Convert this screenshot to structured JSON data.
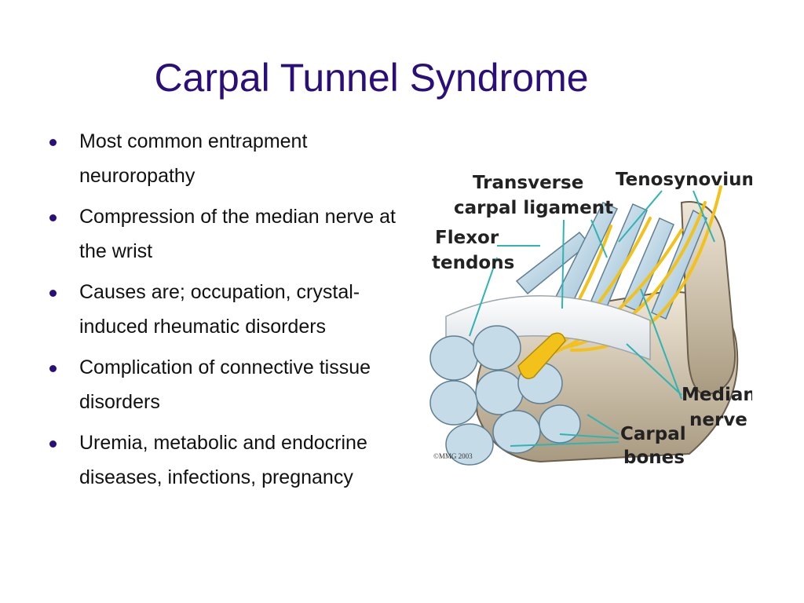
{
  "slide": {
    "title": "Carpal Tunnel Syndrome",
    "bullets": [
      "Most common entrapment neuroropathy",
      "Compression of the median nerve at the wrist",
      "Causes are; occupation, crystal-induced rheumatic disorders",
      "Complication of connective tissue disorders",
      "Uremia, metabolic and endocrine diseases, infections, pregnancy"
    ]
  },
  "figure": {
    "labels": {
      "transverse_line1": "Transverse",
      "transverse_line2": "carpal ligament",
      "tenosynovium": "Tenosynovium",
      "flexor_line1": "Flexor",
      "flexor_line2": "tendons",
      "median_line1": "Median",
      "median_line2": "nerve",
      "carpal_line1": "Carpal",
      "carpal_line2": "bones"
    },
    "copyright": "©MMG 2003"
  },
  "colors": {
    "title": "#2a0f7a",
    "bullet": "#2a0f7a",
    "text": "#111111",
    "leader_line": "#2fb3b3",
    "nerve": "#f2c21a",
    "tendon": "#b9d6e6",
    "bone": "#d8ccb6"
  }
}
